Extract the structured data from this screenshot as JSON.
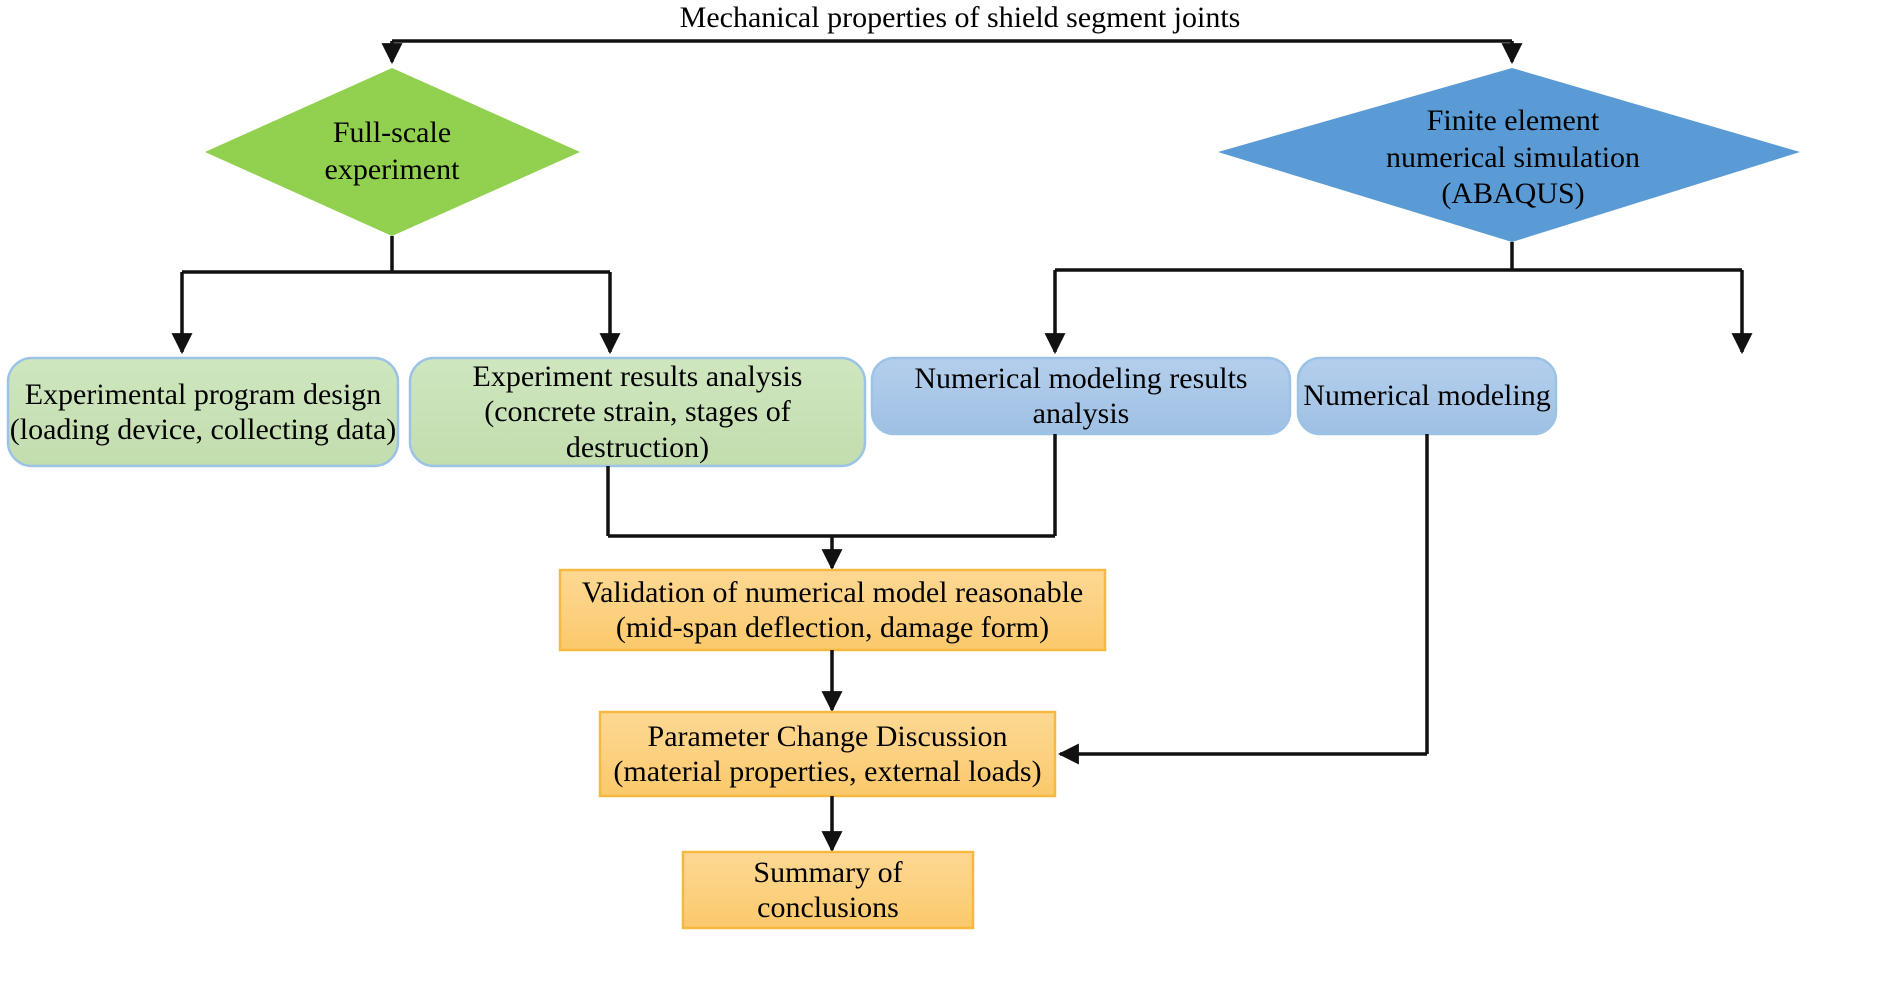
{
  "diagram": {
    "type": "flowchart",
    "title": "Mechanical properties of shield segment joints",
    "palette": {
      "green_diamond": "#92d050",
      "blue_diamond": "#5b9bd5",
      "green_box_fill": "#c6e0b4",
      "blue_box_fill": "#a9c7e8",
      "orange_box_fill": "#fcd281",
      "orange_box_border": "#f6b93f",
      "box_border": "#9cc3e5",
      "connector": "#000000",
      "text": "#000000",
      "background": "#ffffff"
    },
    "nodes": {
      "root": {
        "label": "Mechanical properties of shield segment joints",
        "shape": "text"
      },
      "experiment_diamond": {
        "label": "Full-scale\nexperiment",
        "shape": "diamond",
        "color": "green"
      },
      "simulation_diamond": {
        "label": "Finite element\nnumerical simulation\n(ABAQUS)",
        "shape": "diamond",
        "color": "blue"
      },
      "program_design": {
        "label": "Experimental program design\n(loading device, collecting data)",
        "shape": "rounded-rect",
        "color": "green"
      },
      "results_analysis": {
        "label": "Experiment results analysis\n(concrete strain, stages of destruction)",
        "shape": "rounded-rect",
        "color": "green"
      },
      "numerical_results": {
        "label": "Numerical modeling results analysis",
        "shape": "rounded-rect",
        "color": "blue"
      },
      "numerical_modeling": {
        "label": "Numerical modeling",
        "shape": "rounded-rect",
        "color": "blue"
      },
      "validation": {
        "label": "Validation of numerical model reasonable\n(mid-span deflection, damage form)",
        "shape": "rect",
        "color": "orange"
      },
      "parameter_discussion": {
        "label": "Parameter Change Discussion\n(material properties, external loads)",
        "shape": "rect",
        "color": "orange"
      },
      "summary": {
        "label": "Summary of conclusions",
        "shape": "rect",
        "color": "orange"
      }
    },
    "edges": [
      {
        "from": "root",
        "to": "experiment_diamond",
        "style": "elbow-arrow"
      },
      {
        "from": "root",
        "to": "simulation_diamond",
        "style": "elbow-arrow"
      },
      {
        "from": "experiment_diamond",
        "to": "program_design",
        "style": "fork-arrow"
      },
      {
        "from": "experiment_diamond",
        "to": "results_analysis",
        "style": "fork-arrow"
      },
      {
        "from": "simulation_diamond",
        "to": "numerical_results",
        "style": "fork-arrow"
      },
      {
        "from": "simulation_diamond",
        "to": "numerical_modeling",
        "style": "fork-arrow"
      },
      {
        "from": "results_analysis",
        "to": "validation",
        "style": "merge-arrow"
      },
      {
        "from": "numerical_results",
        "to": "validation",
        "style": "merge-arrow"
      },
      {
        "from": "validation",
        "to": "parameter_discussion",
        "style": "straight-arrow"
      },
      {
        "from": "numerical_modeling",
        "to": "parameter_discussion",
        "style": "elbow-arrow-left"
      },
      {
        "from": "parameter_discussion",
        "to": "summary",
        "style": "straight-arrow"
      }
    ]
  }
}
